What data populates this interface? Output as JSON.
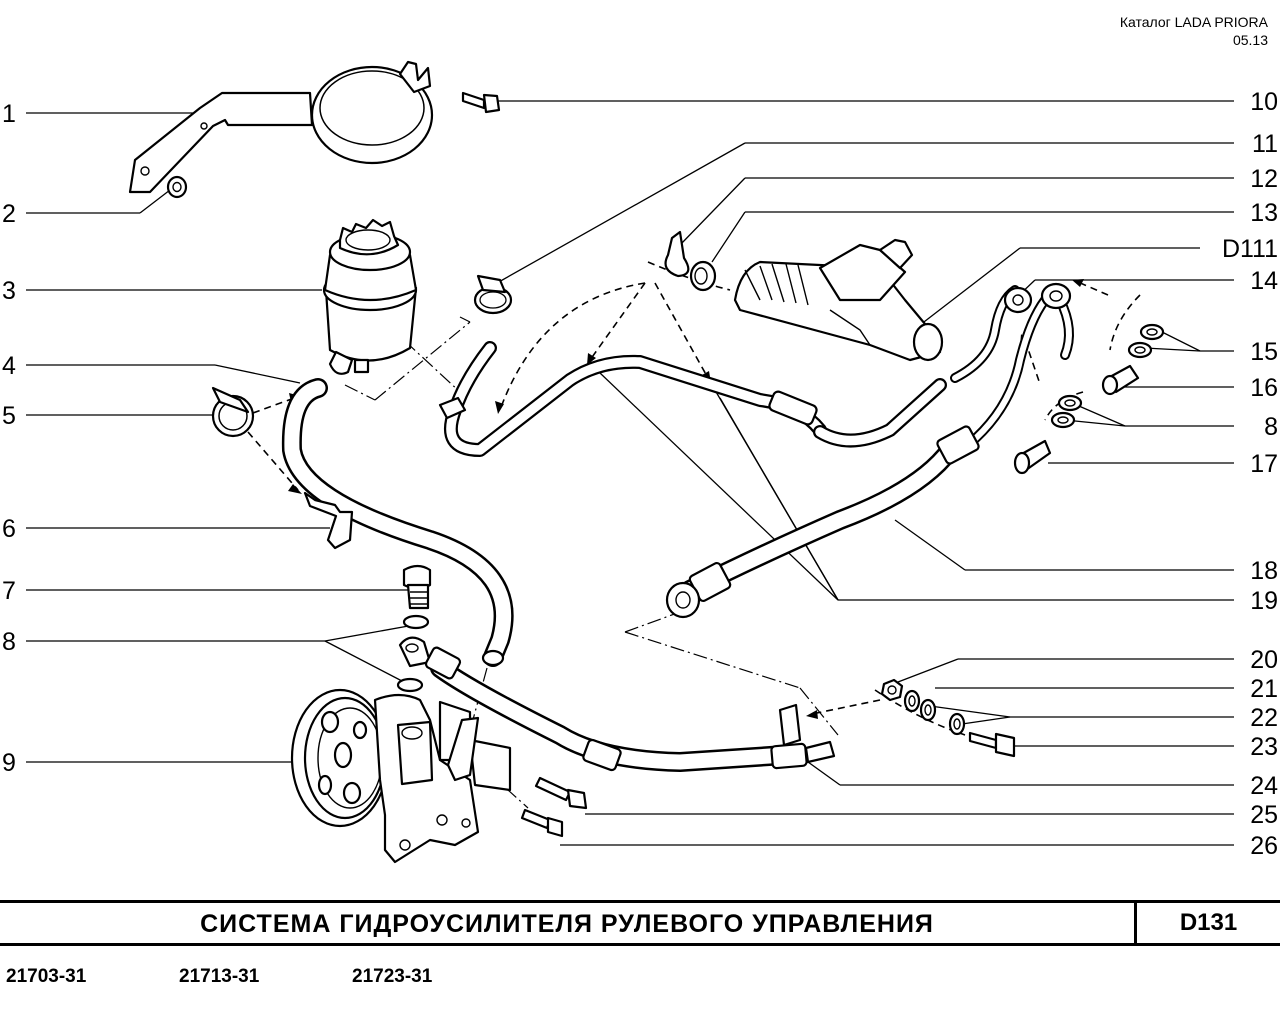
{
  "header": {
    "catalog": "Каталог  LADA  PRIORA",
    "date": "05.13"
  },
  "callouts": {
    "n1": "1",
    "n2": "2",
    "n3": "3",
    "n4": "4",
    "n5": "5",
    "n6": "6",
    "n7": "7",
    "n8_left": "8",
    "n9": "9",
    "n10": "10",
    "n11": "11",
    "n12": "12",
    "n13": "13",
    "d111": "D111",
    "n14": "14",
    "n15": "15",
    "n16": "16",
    "n8_right": "8",
    "n17": "17",
    "n18": "18",
    "n19": "19",
    "n20": "20",
    "n21": "21",
    "n22": "22",
    "n23": "23",
    "n24": "24",
    "n25": "25",
    "n26": "26"
  },
  "title": {
    "text": "СИСТЕМА   ГИДРОУСИЛИТЕЛЯ   РУЛЕВОГО   УПРАВЛЕНИЯ",
    "code": "D131"
  },
  "models": [
    "21703-31",
    "21713-31",
    "21723-31"
  ]
}
